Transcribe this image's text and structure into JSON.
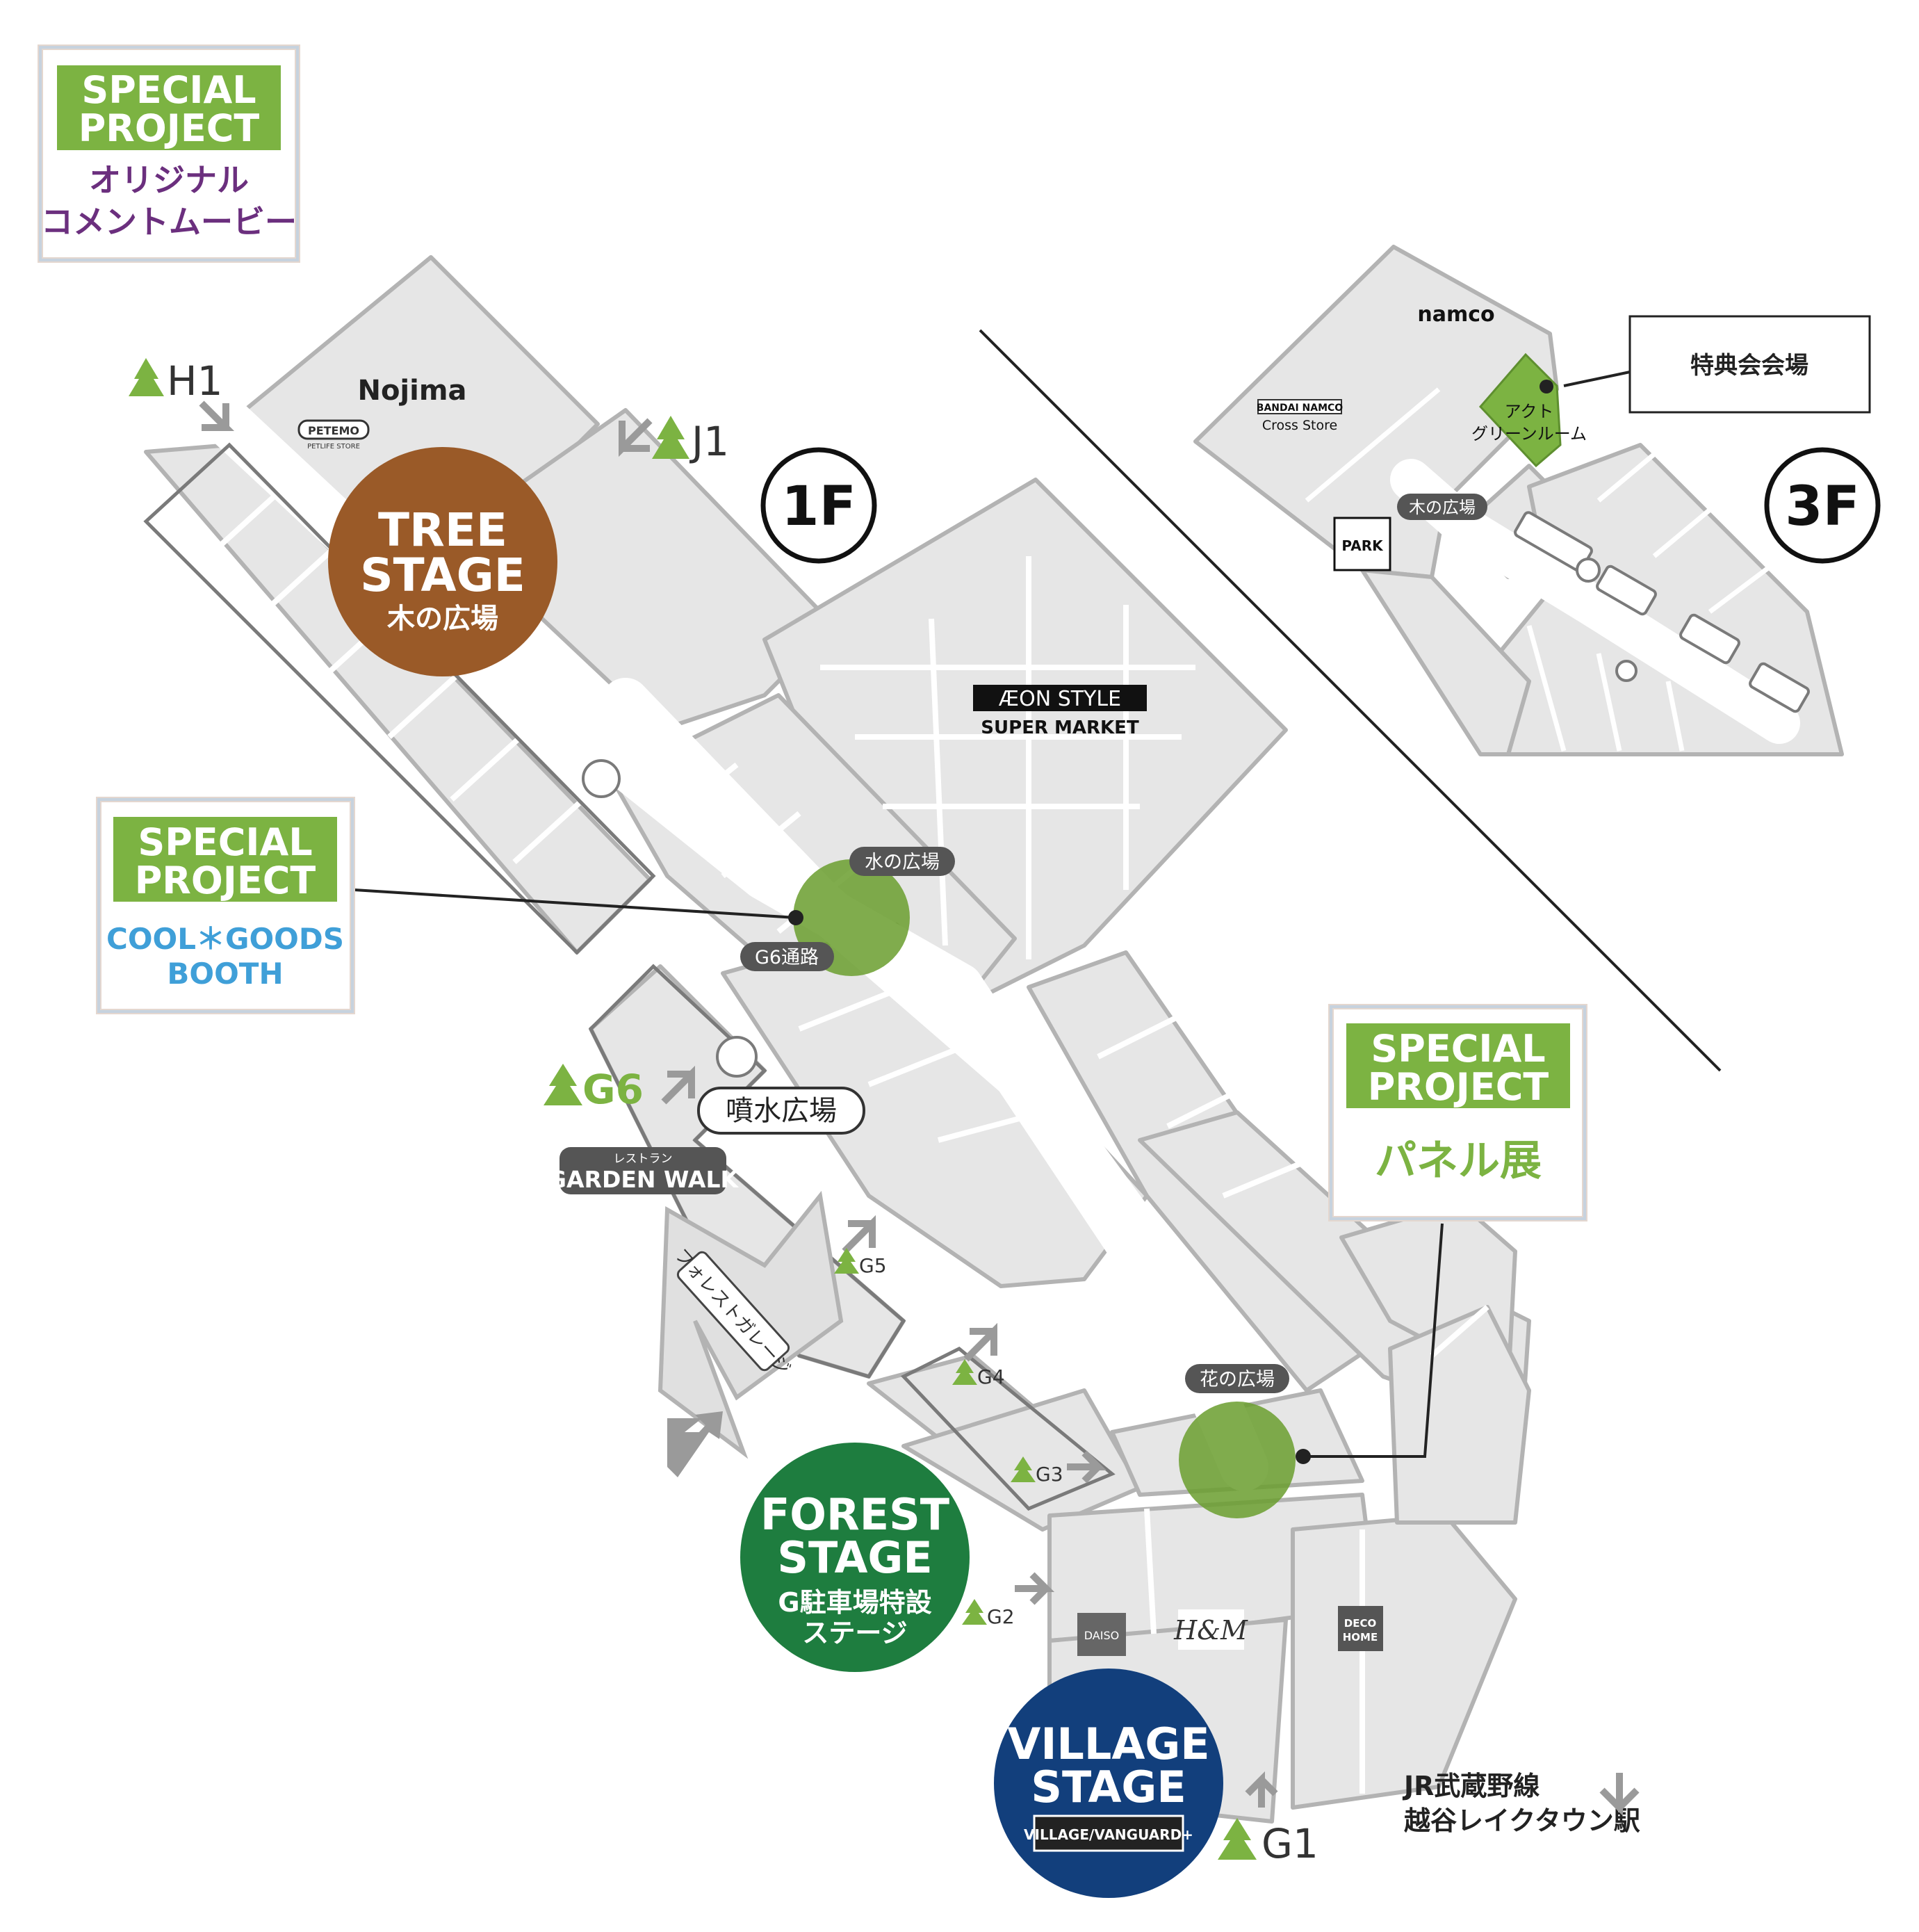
{
  "floors": {
    "first": "1F",
    "third": "3F"
  },
  "special_projects": [
    {
      "header_line1": "SPECIAL",
      "header_line2": "PROJECT",
      "body_line1": "オリジナル",
      "body_line2": "コメントムービー",
      "body_color": "#6b2f7e"
    },
    {
      "header_line1": "SPECIAL",
      "header_line2": "PROJECT",
      "body_line1": "COOL＊GOODS",
      "body_line2": "BOOTH",
      "body_color": "#3f9fd8"
    },
    {
      "header_line1": "SPECIAL",
      "header_line2": "PROJECT",
      "body_line1": "パネル展",
      "body_line2": "",
      "body_color": "#7cb342"
    }
  ],
  "stages": {
    "tree": {
      "line1": "TREE",
      "line2": "STAGE",
      "sub": "木の広場",
      "color": "#9a5a28"
    },
    "forest": {
      "line1": "FOREST",
      "line2": "STAGE",
      "sub1": "G駐車場特設",
      "sub2": "ステージ",
      "color": "#1e7d3f"
    },
    "village": {
      "line1": "VILLAGE",
      "line2": "STAGE",
      "badge": "VILLAGE/VANGUARD+",
      "color": "#123f7c"
    }
  },
  "plazas": {
    "water": "水の広場",
    "g6_passage": "G6通路",
    "flower": "花の広場",
    "fountain": "噴水広場",
    "tree_3f": "木の広場"
  },
  "entrances": {
    "h1": "H1",
    "j1": "J1",
    "g6": "G6",
    "g5": "G5",
    "g4": "G4",
    "g3": "G3",
    "g2": "G2",
    "g1": "G1"
  },
  "garden_walk": {
    "small": "レストラン",
    "main": "GARDEN WALK"
  },
  "forest_garage": "フォレストガレージ",
  "stores": {
    "nojima": "Nojima",
    "peteno": "PETEMO",
    "peteno_sub": "PETLIFE STORE",
    "aeon": "ÆON STYLE",
    "aeon_sub": "SUPER MARKET",
    "daiso": "DAISO",
    "hm": "H&M",
    "deco": "DECO",
    "deco2": "HOME",
    "namco": "namco",
    "bandai1": "BANDAI NAMCO",
    "bandai2": "Cross Store",
    "act1": "アクト",
    "act2": "グリーンルーム",
    "tokuten": "特典会会場",
    "park": "PARK"
  },
  "station": {
    "line1": "JR武蔵野線",
    "line2": "越谷レイクタウン駅"
  },
  "colors": {
    "green": "#7cb342",
    "plaza_green": "#6a9e2e",
    "floor": "#e6e6e6",
    "wall": "#b3b3b3"
  }
}
